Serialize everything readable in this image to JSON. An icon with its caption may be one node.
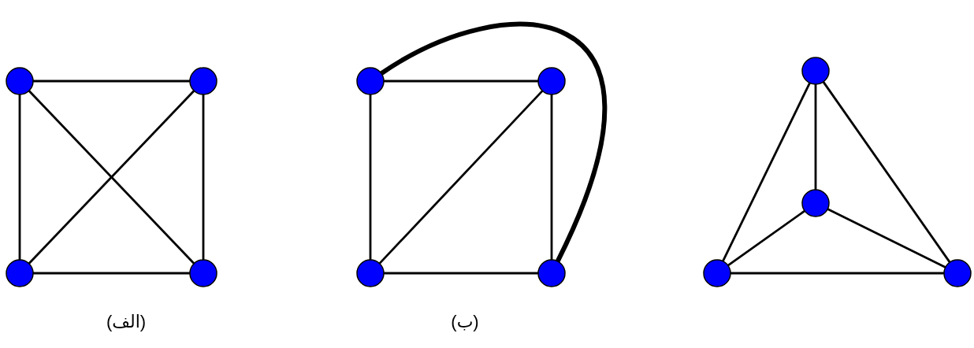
{
  "diagram": {
    "nodes": [
      {
        "text": [],
        "shape": "circle"
      },
      {
        "text": [],
        "shape": "circle"
      },
      {
        "text": [],
        "shape": "circle"
      },
      {
        "text": [],
        "shape": "circle"
      },
      {
        "text": [],
        "shape": "circle"
      },
      {
        "text": [],
        "shape": "circle"
      },
      {
        "text": [],
        "shape": "circle"
      },
      {
        "text": [],
        "shape": "circle"
      },
      {
        "text": [],
        "shape": "circle"
      },
      {
        "text": [],
        "shape": "circle"
      },
      {
        "text": [],
        "shape": "circle"
      },
      {
        "text": [],
        "shape": "circle"
      }
    ],
    "edges": [
      {
        "from": 0,
        "to": 1,
        "arrow": "none"
      },
      {
        "from": 0,
        "to": 2,
        "arrow": "none"
      },
      {
        "from": 0,
        "to": 3,
        "arrow": "none"
      },
      {
        "from": 1,
        "to": 2,
        "arrow": "none"
      },
      {
        "from": 1,
        "to": 3,
        "arrow": "none"
      },
      {
        "from": 2,
        "to": 3,
        "arrow": "none"
      },
      {
        "from": 4,
        "to": 5,
        "arrow": "none"
      },
      {
        "from": 4,
        "to": 6,
        "arrow": "none"
      },
      {
        "from": 4,
        "to": 7,
        "arrow": "none",
        "style": "thick"
      },
      {
        "from": 5,
        "to": 6,
        "arrow": "none"
      },
      {
        "from": 5,
        "to": 7,
        "arrow": "none"
      },
      {
        "from": 6,
        "to": 7,
        "arrow": "none"
      },
      {
        "from": 8,
        "to": 9,
        "arrow": "none"
      },
      {
        "from": 8,
        "to": 10,
        "arrow": "none"
      },
      {
        "from": 8,
        "to": 11,
        "arrow": "none"
      },
      {
        "from": 9,
        "to": 10,
        "arrow": "none"
      },
      {
        "from": 9,
        "to": 11,
        "arrow": "none"
      },
      {
        "from": 10,
        "to": 11,
        "arrow": "none"
      }
    ],
    "labels": [
      "(الف)",
      "(ب)"
    ]
  }
}
